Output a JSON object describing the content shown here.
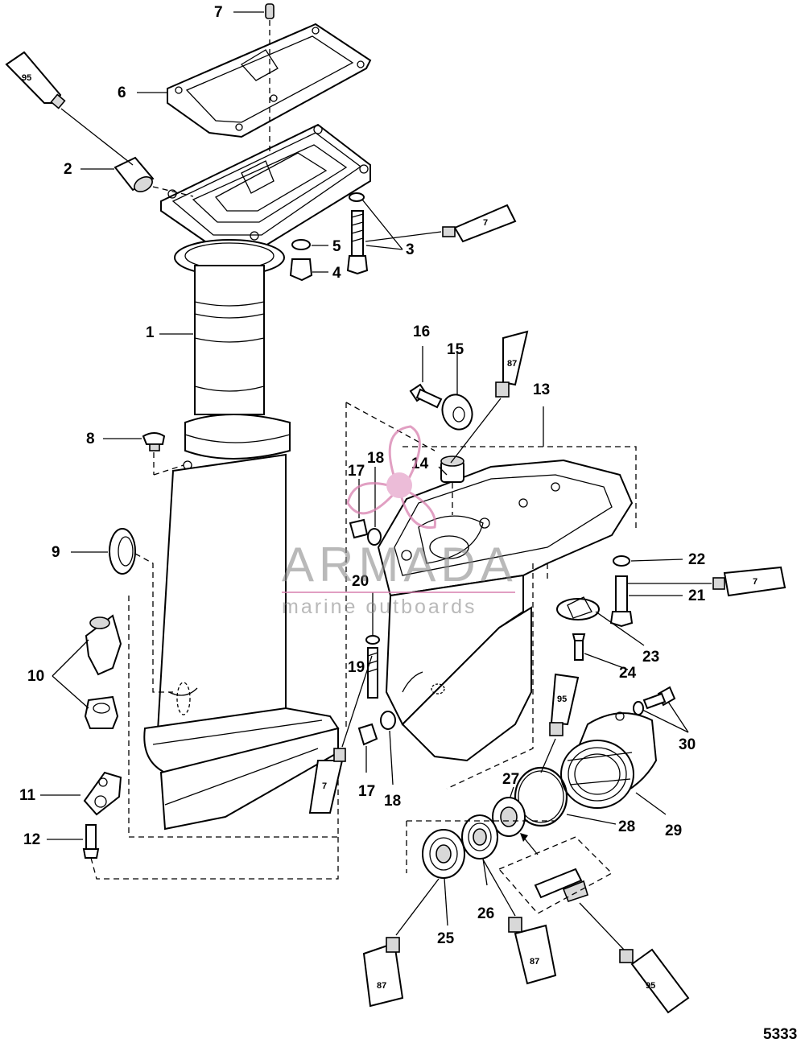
{
  "figure_number": "5333",
  "watermark": {
    "brand": "ARMADA",
    "tagline": "marine outboards"
  },
  "callouts": [
    "1",
    "2",
    "3",
    "4",
    "5",
    "6",
    "7",
    "8",
    "9",
    "10",
    "11",
    "12",
    "13",
    "14",
    "15",
    "16",
    "17",
    "18",
    "19",
    "20",
    "21",
    "22",
    "23",
    "24",
    "25",
    "26",
    "27",
    "28",
    "29",
    "30",
    "17",
    "18"
  ],
  "sealant_tubes": [
    "95",
    "7",
    "87",
    "7",
    "7",
    "95",
    "87",
    "87",
    "95"
  ]
}
